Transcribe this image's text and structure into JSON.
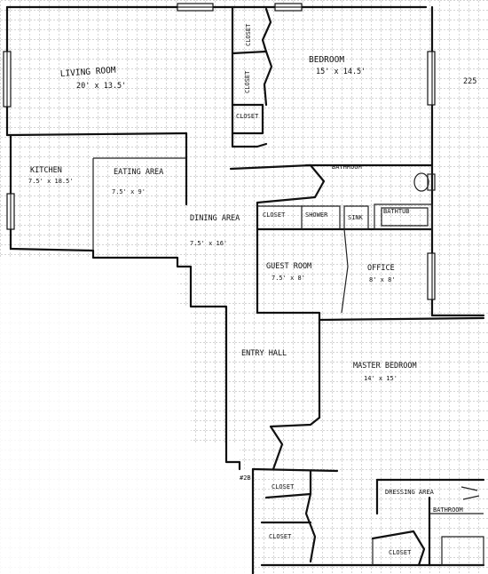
{
  "rooms": {
    "living_room": {
      "name": "LIVING ROOM",
      "size": "20' x 13.5'"
    },
    "bedroom": {
      "name": "BEDROOM",
      "size": "15' x 14.5'"
    },
    "kitchen": {
      "name": "KITCHEN",
      "size": "7.5' x 18.5'"
    },
    "eating_area": {
      "name": "EATING AREA",
      "size": "7.5' x 9'"
    },
    "dining_area": {
      "name": "DINING AREA",
      "size": "7.5' x 16'"
    },
    "bathroom": {
      "name": "BATHROOM"
    },
    "closet_bath": {
      "name": "CLOSET"
    },
    "shower": {
      "name": "SHOWER"
    },
    "sink": {
      "name": "SINK"
    },
    "bathtub": {
      "name": "BATHTUB"
    },
    "guest_room": {
      "name": "GUEST ROOM",
      "size": "7.5' x 8'"
    },
    "office": {
      "name": "OFFICE",
      "size": "8' x 8'"
    },
    "entry_hall": {
      "name": "ENTRY HALL"
    },
    "master_bedroom": {
      "name": "MASTER BEDROOM",
      "size": "14' x 15'"
    },
    "dressing_area": {
      "name": "DRESSING AREA"
    },
    "master_bathroom": {
      "name": "BATHROOM"
    }
  },
  "closets": {
    "top_1": "CLOSET",
    "top_2": "CLOSET",
    "top_3": "CLOSET",
    "lower_1": "CLOSET",
    "lower_2": "CLOSET",
    "lower_3": "CLOSET"
  },
  "unit_numbers": {
    "top_right": "225",
    "entry": "#2B"
  }
}
